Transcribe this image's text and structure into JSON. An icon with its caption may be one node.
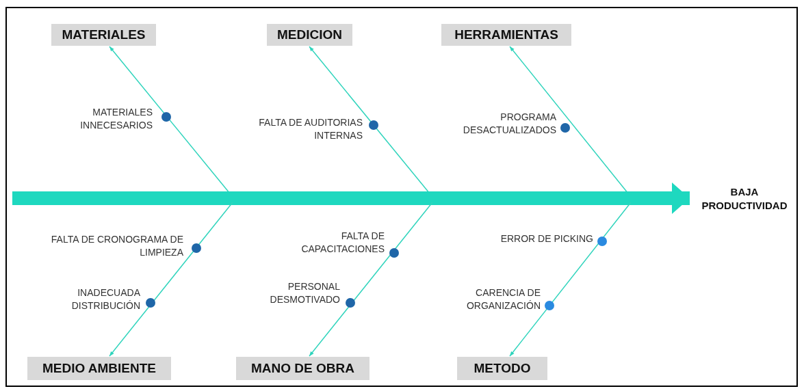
{
  "diagram": {
    "nodes": [
      {
        "text": [
          "MATERIALES"
        ]
      },
      {
        "text": [
          "MEDICION"
        ]
      },
      {
        "text": [
          "HERRAMIENTAS"
        ]
      },
      {
        "text": [
          "BAJA PRODUCTIVIDAD"
        ]
      },
      {
        "text": [
          "MEDIO AMBIENTE"
        ]
      },
      {
        "text": [
          "MANO DE OBRA"
        ]
      },
      {
        "text": [
          "METODO"
        ]
      }
    ],
    "edges": [
      {
        "from": null,
        "to": 0,
        "arrow": "to"
      },
      {
        "from": null,
        "to": 1,
        "arrow": "to"
      },
      {
        "from": null,
        "to": 2,
        "arrow": "to"
      },
      {
        "from": null,
        "to": 3,
        "arrow": "to",
        "style": "thick"
      },
      {
        "from": null,
        "to": 4,
        "arrow": "to"
      },
      {
        "from": null,
        "to": 5,
        "arrow": "to"
      },
      {
        "from": null,
        "to": 6,
        "arrow": "to"
      }
    ],
    "labels": [
      "MATERIALES INNECESARIOS",
      "FALTA DE AUDITORIAS INTERNAS",
      "PROGRAMA DESACTUALIZADOS",
      "FALTA DE CRONOGRAMA DE LIMPIEZA",
      "FALTA DE CAPACITACIONES",
      "ERROR DE PICKING",
      "INADECUADA DISTRIBUCIÓN",
      "PERSONAL DESMOTIVADO",
      "CARENCIA DE ORGANIZACIÓN"
    ]
  }
}
